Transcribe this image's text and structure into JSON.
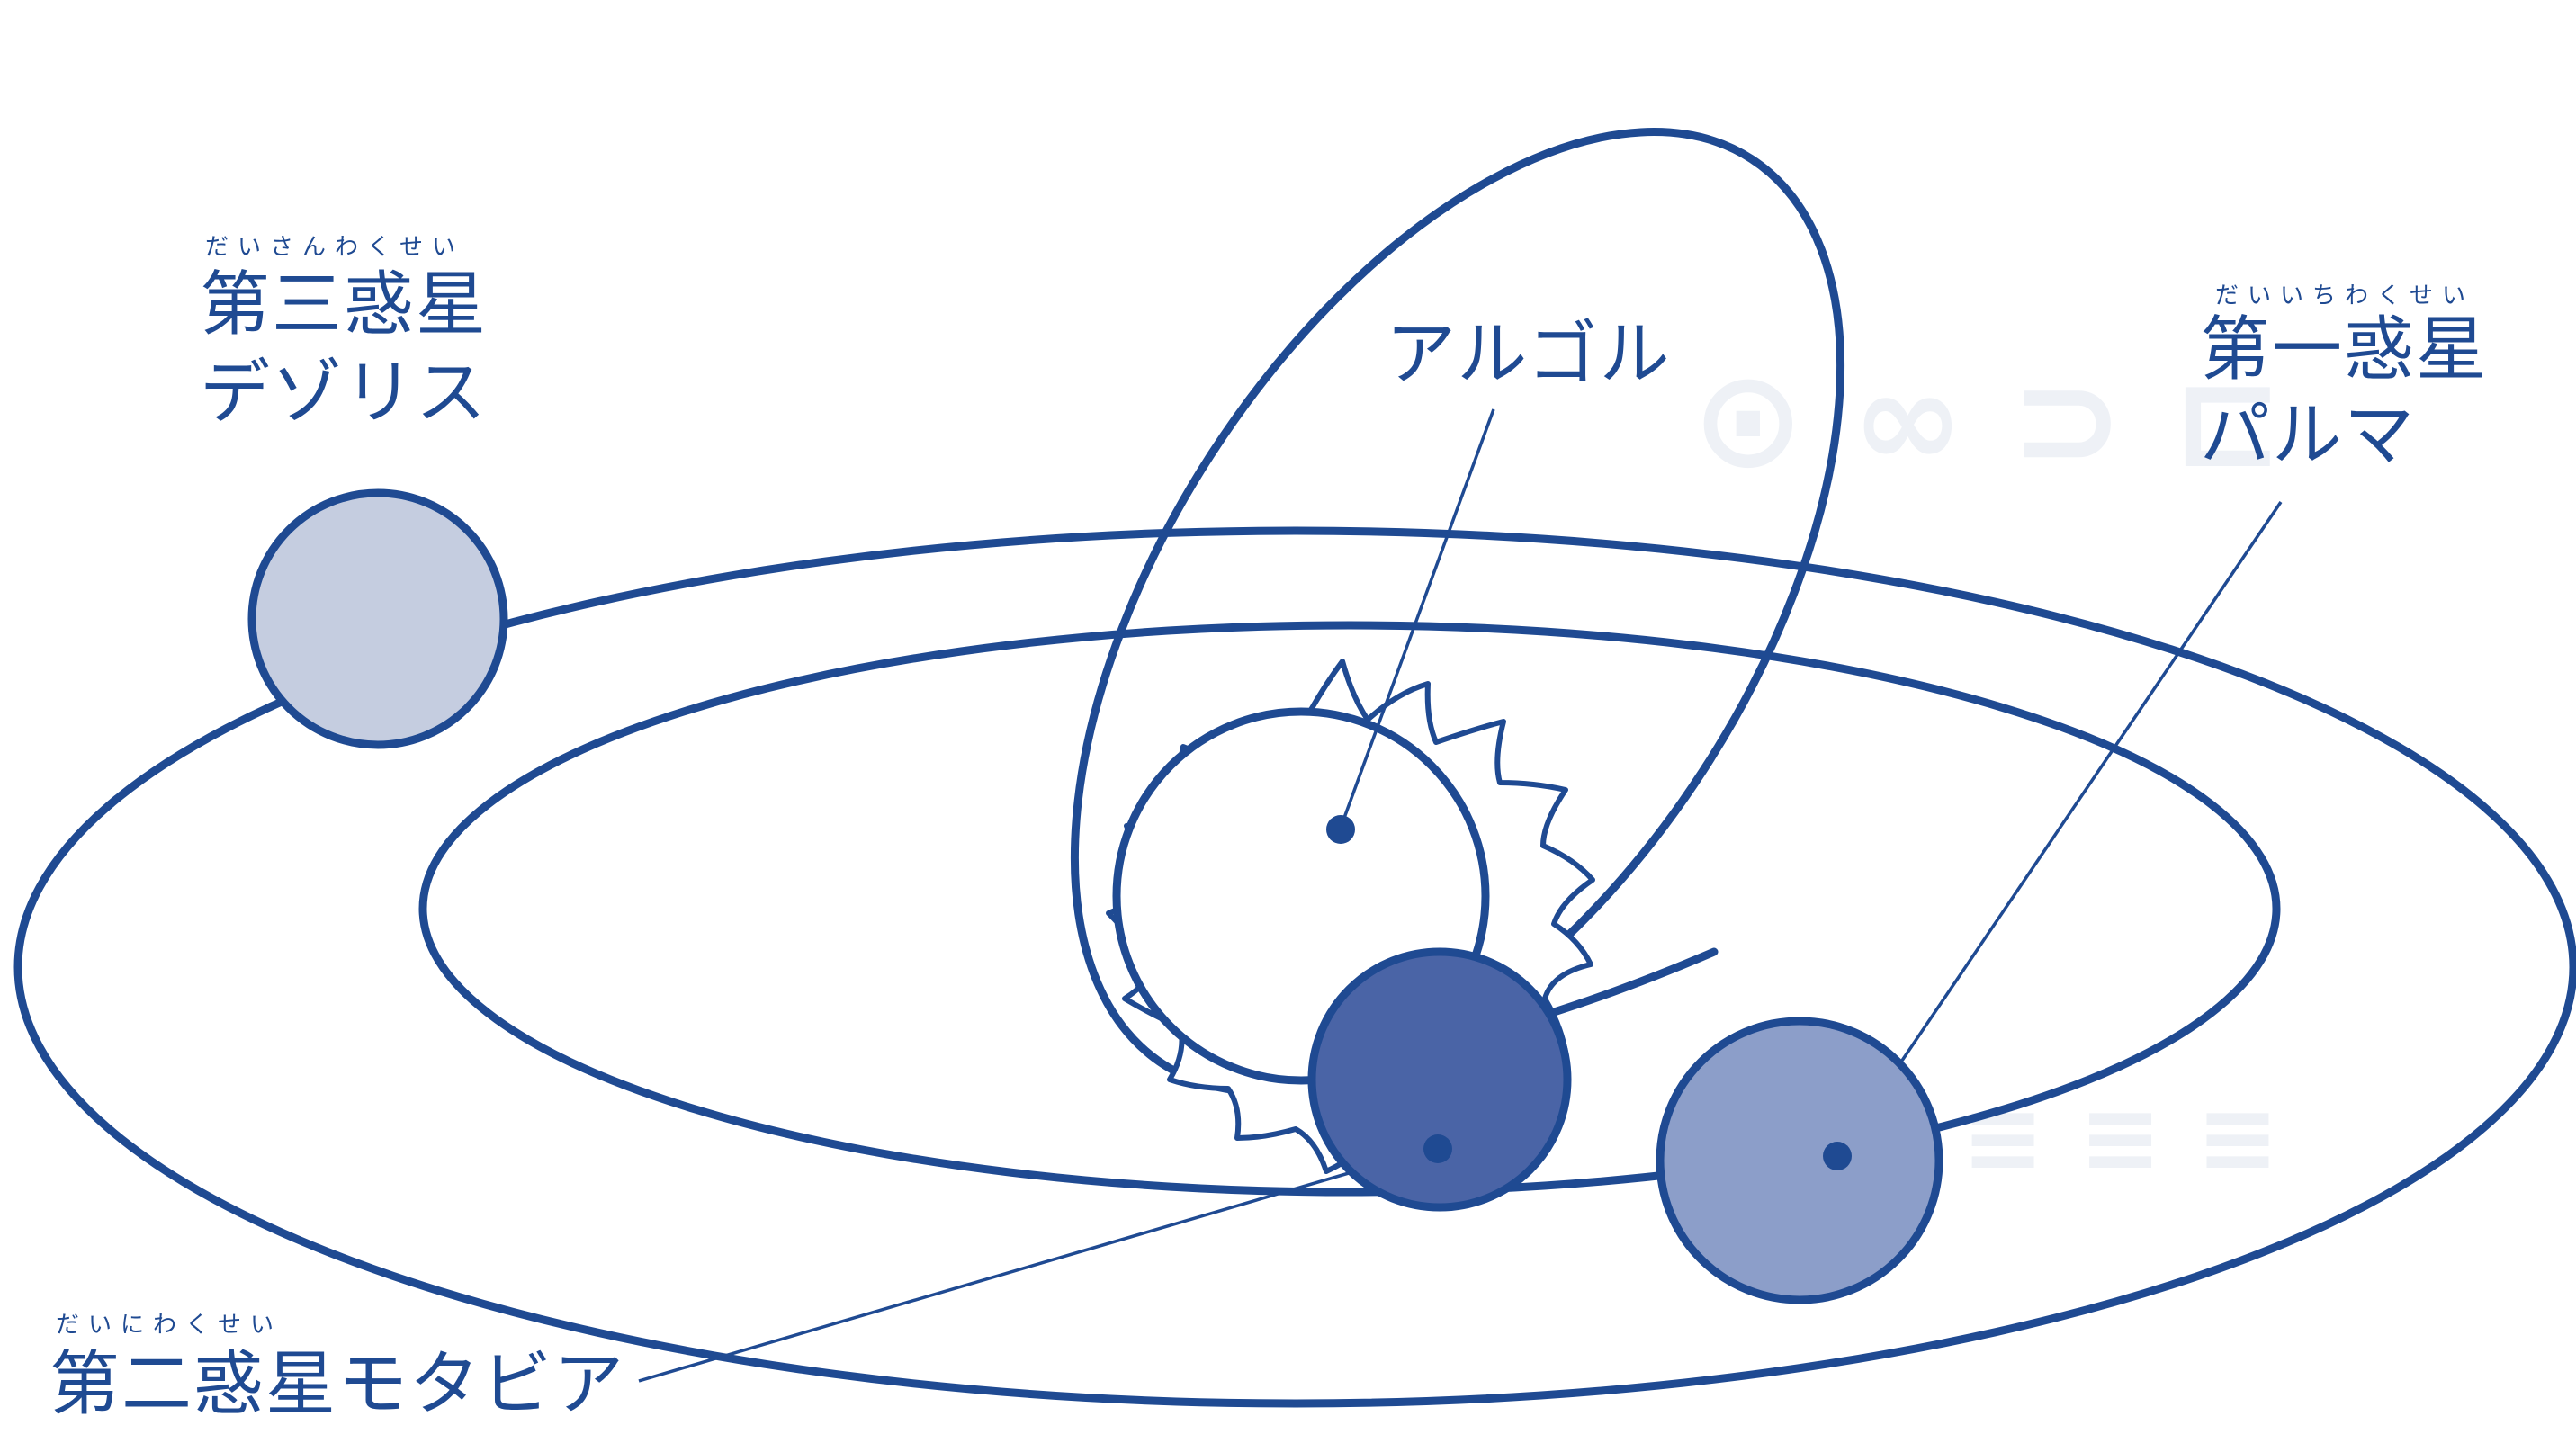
{
  "labels": {
    "planet3": {
      "ruby": "だいさんわくせい",
      "kanji": "第三惑星",
      "name": "デゾリス"
    },
    "planet1": {
      "ruby": "だいいちわくせい",
      "kanji": "第一惑星",
      "name": "パルマ"
    },
    "planet2": {
      "ruby": "だいにわくせい",
      "name": "第二惑星モタビア"
    },
    "star": {
      "name": "アルゴル"
    }
  },
  "colors": {
    "line": "#1f4a92",
    "planet3_fill": "#c5cde0",
    "planet1_fill": "#8c9ec9",
    "planet2_fill": "#4a64a6",
    "background": "#ffffff"
  }
}
